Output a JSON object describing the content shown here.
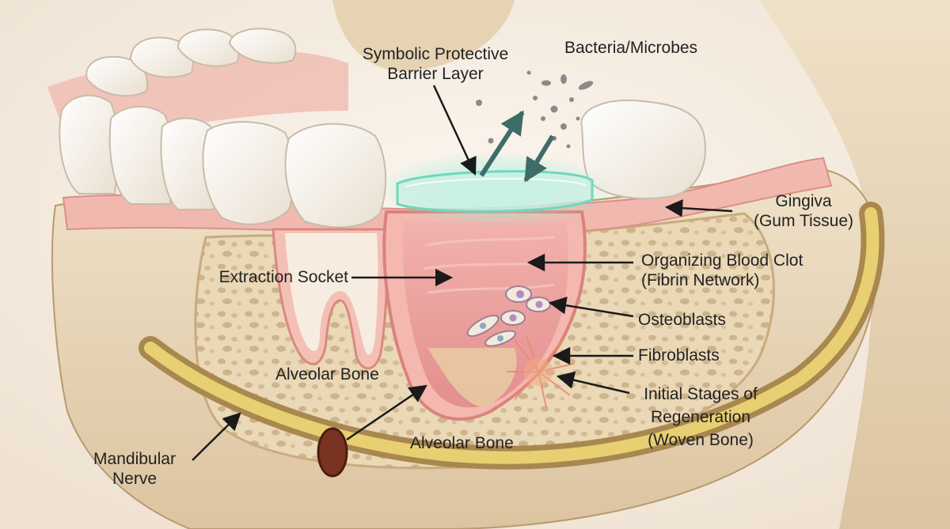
{
  "labels": {
    "barrier": [
      "Symbolic Protective",
      "Barrier Layer"
    ],
    "bacteria": "Bacteria/Microbes",
    "gingiva": [
      "Gingiva",
      "(Gum Tissue)"
    ],
    "socket": "Extraction Socket",
    "clot": [
      "Organizing Blood Clot",
      "(Fibrin Network)"
    ],
    "osteoblasts": "Osteoblasts",
    "fibroblasts": "Fibroblasts",
    "regeneration": [
      "Initial Stages of",
      "Regeneration",
      "(Woven Bone)"
    ],
    "alveolar_upper": "Alveolar Bone",
    "alveolar_lower": "Alveolar Bone",
    "nerve": [
      "Mandibular",
      "Nerve"
    ]
  },
  "colors": {
    "bone": "#ecdcc0",
    "gum": "#f0b5ad",
    "tooth": "#f7f2ea",
    "clot": "#e9a09c",
    "barrier_glow": "#7ee8cc",
    "nerve": "#e6cd6e",
    "arrow": "#1a1a1a"
  }
}
